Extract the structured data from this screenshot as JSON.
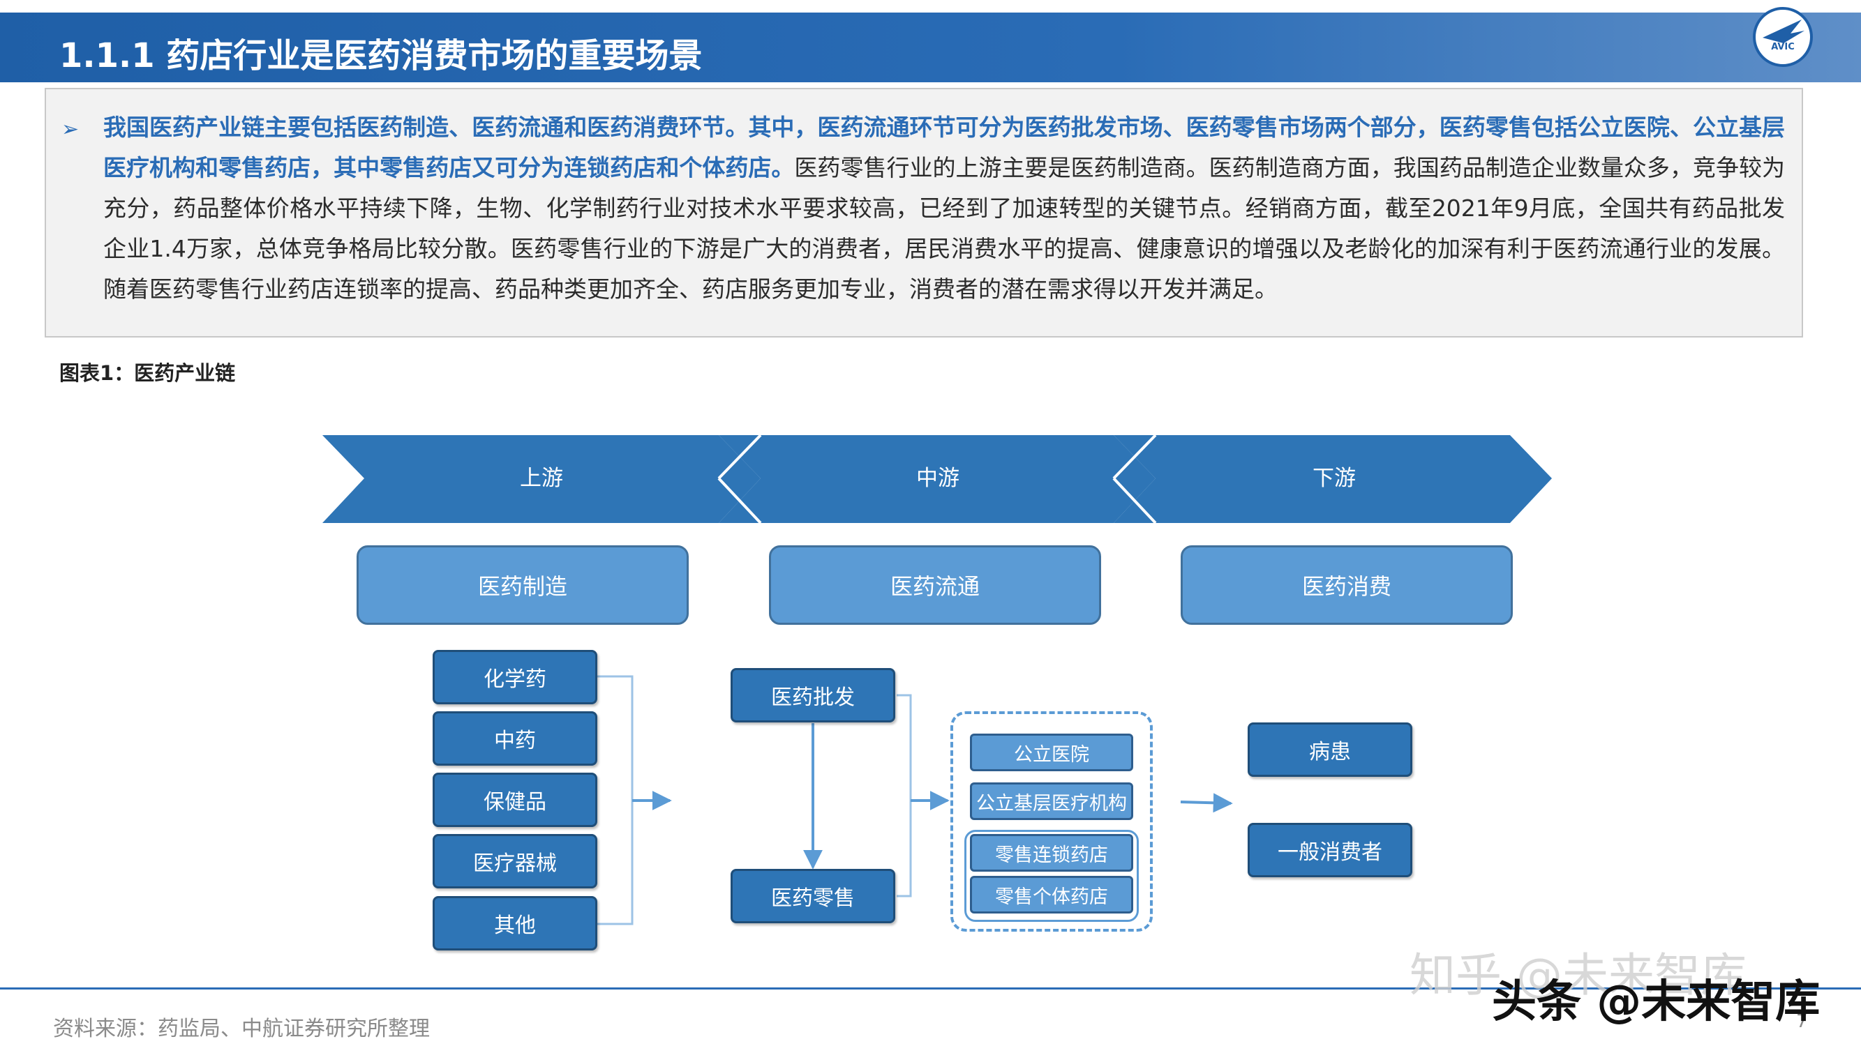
{
  "header": {
    "title": "1.1.1 药店行业是医药消费市场的重要场景",
    "logo_text": "AVIC"
  },
  "summary": {
    "bullet": "➢",
    "highlight": "我国医药产业链主要包括医药制造、医药流通和医药消费环节。其中，医药流通环节可分为医药批发市场、医药零售市场两个部分，医药零售包括公立医院、公立基层医疗机构和零售药店，其中零售药店又可分为连锁药店和个体药店。",
    "body": "医药零售行业的上游主要是医药制造商。医药制造商方面，我国药品制造企业数量众多，竞争较为充分，药品整体价格水平持续下降，生物、化学制药行业对技术水平要求较高，已经到了加速转型的关键节点。经销商方面，截至2021年9月底，全国共有药品批发企业1.4万家，总体竞争格局比较分散。医药零售行业的下游是广大的消费者，居民消费水平的提高、健康意识的增强以及老龄化的加深有利于医药流通行业的发展。随着医药零售行业药店连锁率的提高、药品种类更加齐全、药店服务更加专业，消费者的潜在需求得以开发并满足。"
  },
  "figure": {
    "title": "图表1：医药产业链",
    "stages": [
      "上游",
      "中游",
      "下游"
    ],
    "segments": [
      "医药制造",
      "医药流通",
      "医药消费"
    ],
    "manufacturing": [
      "化学药",
      "中药",
      "保健品",
      "医疗器械",
      "其他"
    ],
    "distribution": [
      "医药批发",
      "医药零售"
    ],
    "retail": [
      "公立医院",
      "公立基层医疗机构",
      "零售连锁药店",
      "零售个体药店"
    ],
    "consumers": [
      "病患",
      "一般消费者"
    ]
  },
  "footer": {
    "source": "资料来源：药监局、中航证券研究所整理",
    "page": "7"
  },
  "watermark": {
    "line1": "知乎 @未来智库",
    "line2": "头条 @未来智库"
  },
  "colors": {
    "brand": "#2a6cb6",
    "box_light": "#5b9bd5",
    "box_dark": "#2e75b6"
  }
}
